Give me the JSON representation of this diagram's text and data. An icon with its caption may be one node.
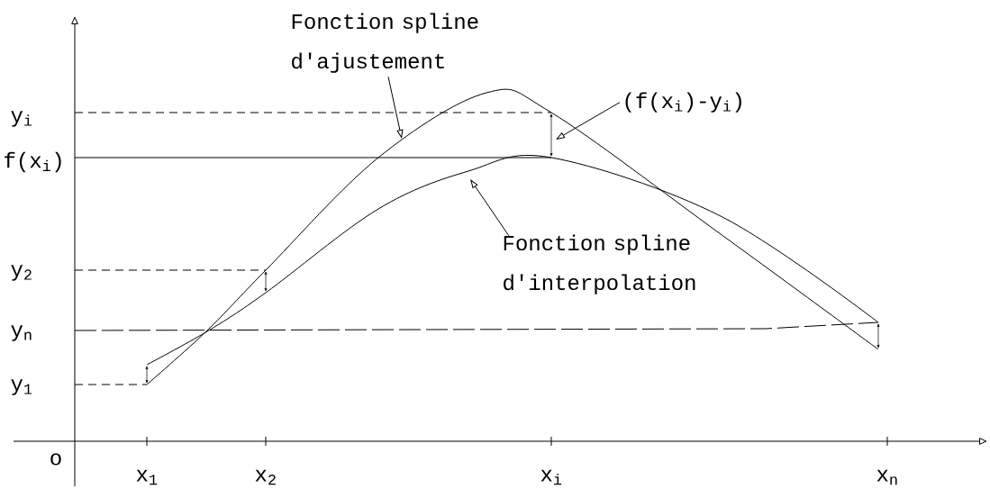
{
  "diagram": {
    "nodes": [
      {
        "text": [
          "Fonction spline d'ajustement"
        ]
      },
      {
        "text": [
          "(f(x$_{i}$)-y$_{i}$)"
        ]
      },
      {
        "text": [
          "Fonction spline d'interpolation"
        ]
      }
    ],
    "edges": [
      {
        "from": 0,
        "to": null,
        "arrow": "to"
      },
      {
        "from": 1,
        "to": null,
        "arrow": "to"
      },
      {
        "from": 2,
        "to": null,
        "arrow": "to"
      }
    ],
    "labels": [
      "y$_{i}$",
      "f(x$_{i}$)",
      "y$_{2}$",
      "y$_{n}$",
      "y$_{1}$",
      "o",
      "x$_{1}$",
      "x$_{2}$",
      "x$_{i}$",
      "x$_{n}$"
    ]
  }
}
